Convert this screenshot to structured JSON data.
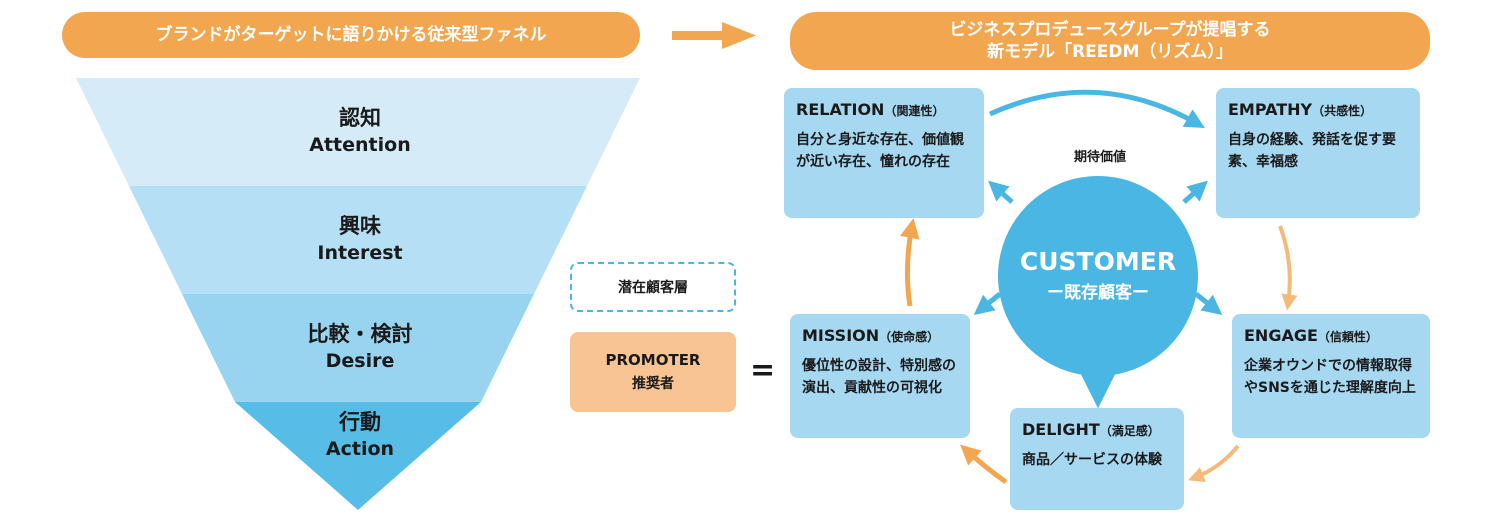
{
  "header": {
    "left_title": "ブランドがターゲットに語りかける従来型ファネル",
    "right_title_line1": "ビジネスプロデュースグループが提唱する",
    "right_title_line2": "新モデル「REEDM（リズム）」"
  },
  "funnel": {
    "stages": [
      {
        "jp": "認知",
        "en": "Attention",
        "color": "#d5ebf7"
      },
      {
        "jp": "興味",
        "en": "Interest",
        "color": "#b5dff4"
      },
      {
        "jp": "比較・検討",
        "en": "Desire",
        "color": "#98d4f0"
      },
      {
        "jp": "行動",
        "en": "Action",
        "color": "#57bde7"
      }
    ]
  },
  "left_panel": {
    "latent_label": "潜在顧客層",
    "promoter_title": "PROMOTER",
    "promoter_sub": "推奨者",
    "equals": "="
  },
  "reedm": {
    "center_title": "CUSTOMER",
    "center_sub": "ー既存顧客ー",
    "value_label": "期待価値",
    "relation": {
      "title": "RELATION",
      "sub": "（関連性）",
      "desc": "自分と身近な存在、価値観が近い存在、憧れの存在"
    },
    "empathy": {
      "title": "EMPATHY",
      "sub": "（共感性）",
      "desc": "自身の経験、発話を促す要素、幸福感"
    },
    "engage": {
      "title": "ENGAGE",
      "sub": "（信頼性）",
      "desc": "企業オウンドでの情報取得やSNSを通じた理解度向上"
    },
    "delight": {
      "title": "DELIGHT",
      "sub": "（満足感）",
      "desc": "商品／サービスの体験"
    },
    "mission": {
      "title": "MISSION",
      "sub": "（使命感）",
      "desc": "優位性の設計、特別感の演出、貢献性の可視化"
    }
  },
  "colors": {
    "orange": "#f2a64f",
    "light_orange": "#f7b97a",
    "blue": "#49b6e3",
    "box_blue": "#a6d8f1",
    "promoter_fill": "#f8c494"
  }
}
